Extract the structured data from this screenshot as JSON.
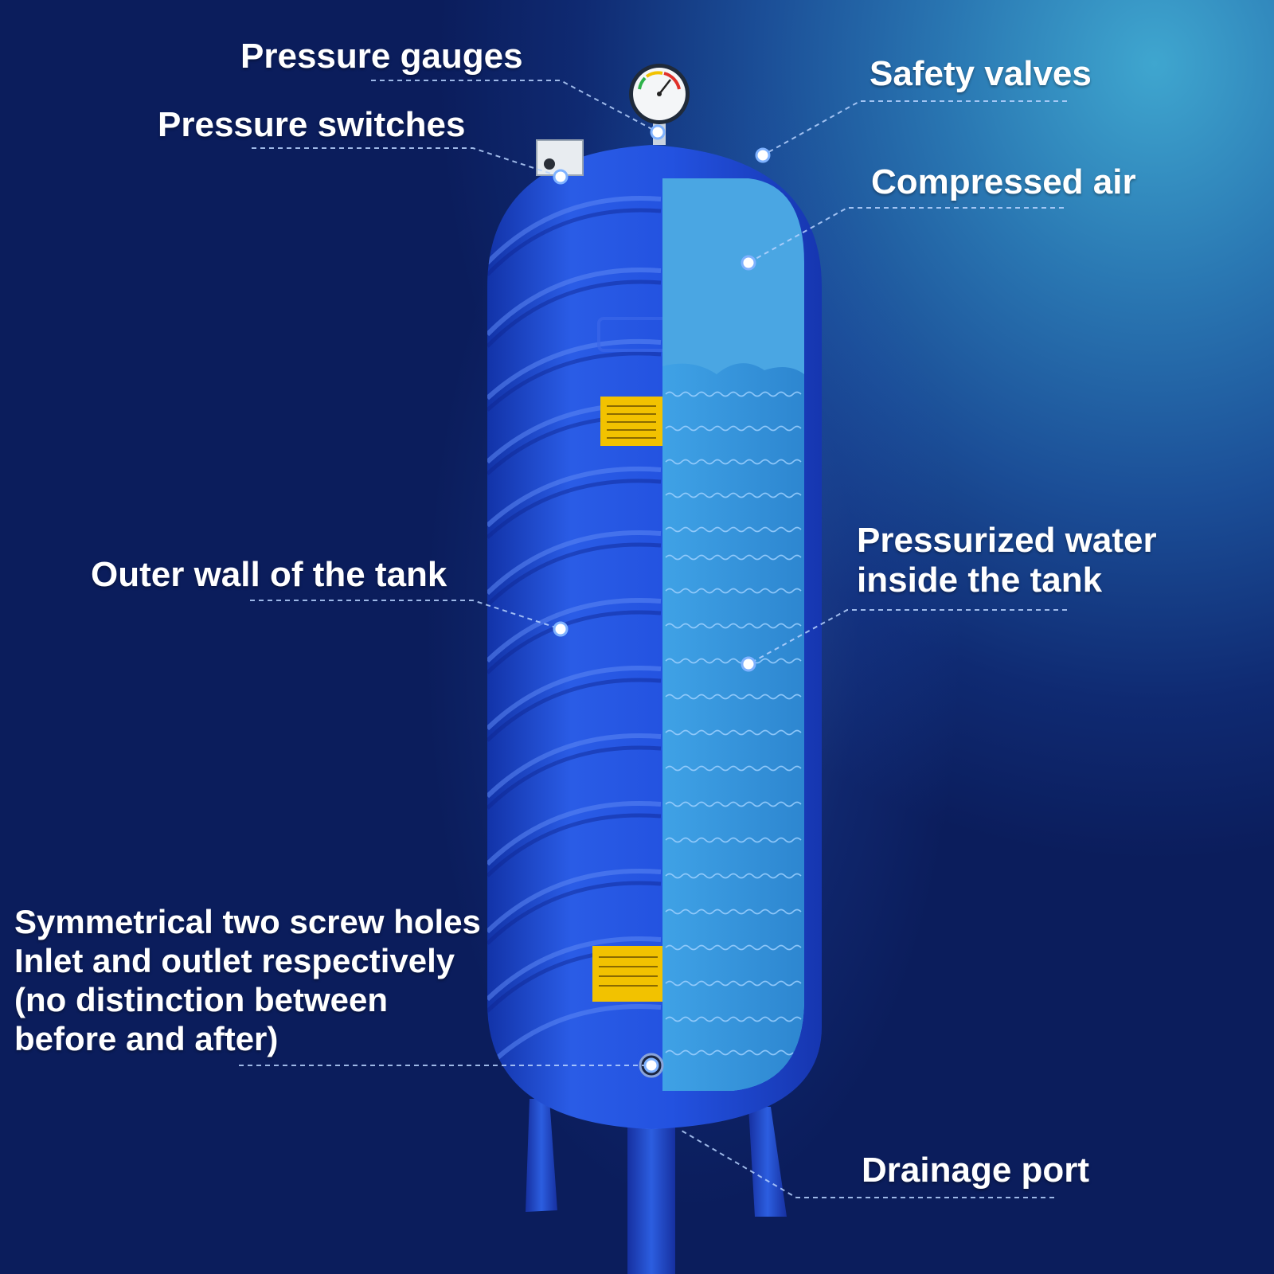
{
  "labels": {
    "pressure_gauges": "Pressure gauges",
    "pressure_switches": "Pressure switches",
    "safety_valves": "Safety valves",
    "compressed_air": "Compressed air",
    "outer_wall": "Outer wall of the tank",
    "pressurized_water": [
      "Pressurized water",
      "inside the tank"
    ],
    "screw_holes": [
      "Symmetrical two screw holes",
      "Inlet and outlet respectively",
      "(no distinction between",
      "before and after)"
    ],
    "drainage_port": "Drainage port"
  },
  "colors": {
    "background_dark": "#0b1d5c",
    "background_light": "#3fa6cf",
    "tank_blue": "#1f4fd6",
    "cutaway_water": "#3293d8",
    "cutaway_air": "#4aa6e3",
    "warning_label": "#f2c200",
    "callout_line": "#b9d4ff"
  }
}
